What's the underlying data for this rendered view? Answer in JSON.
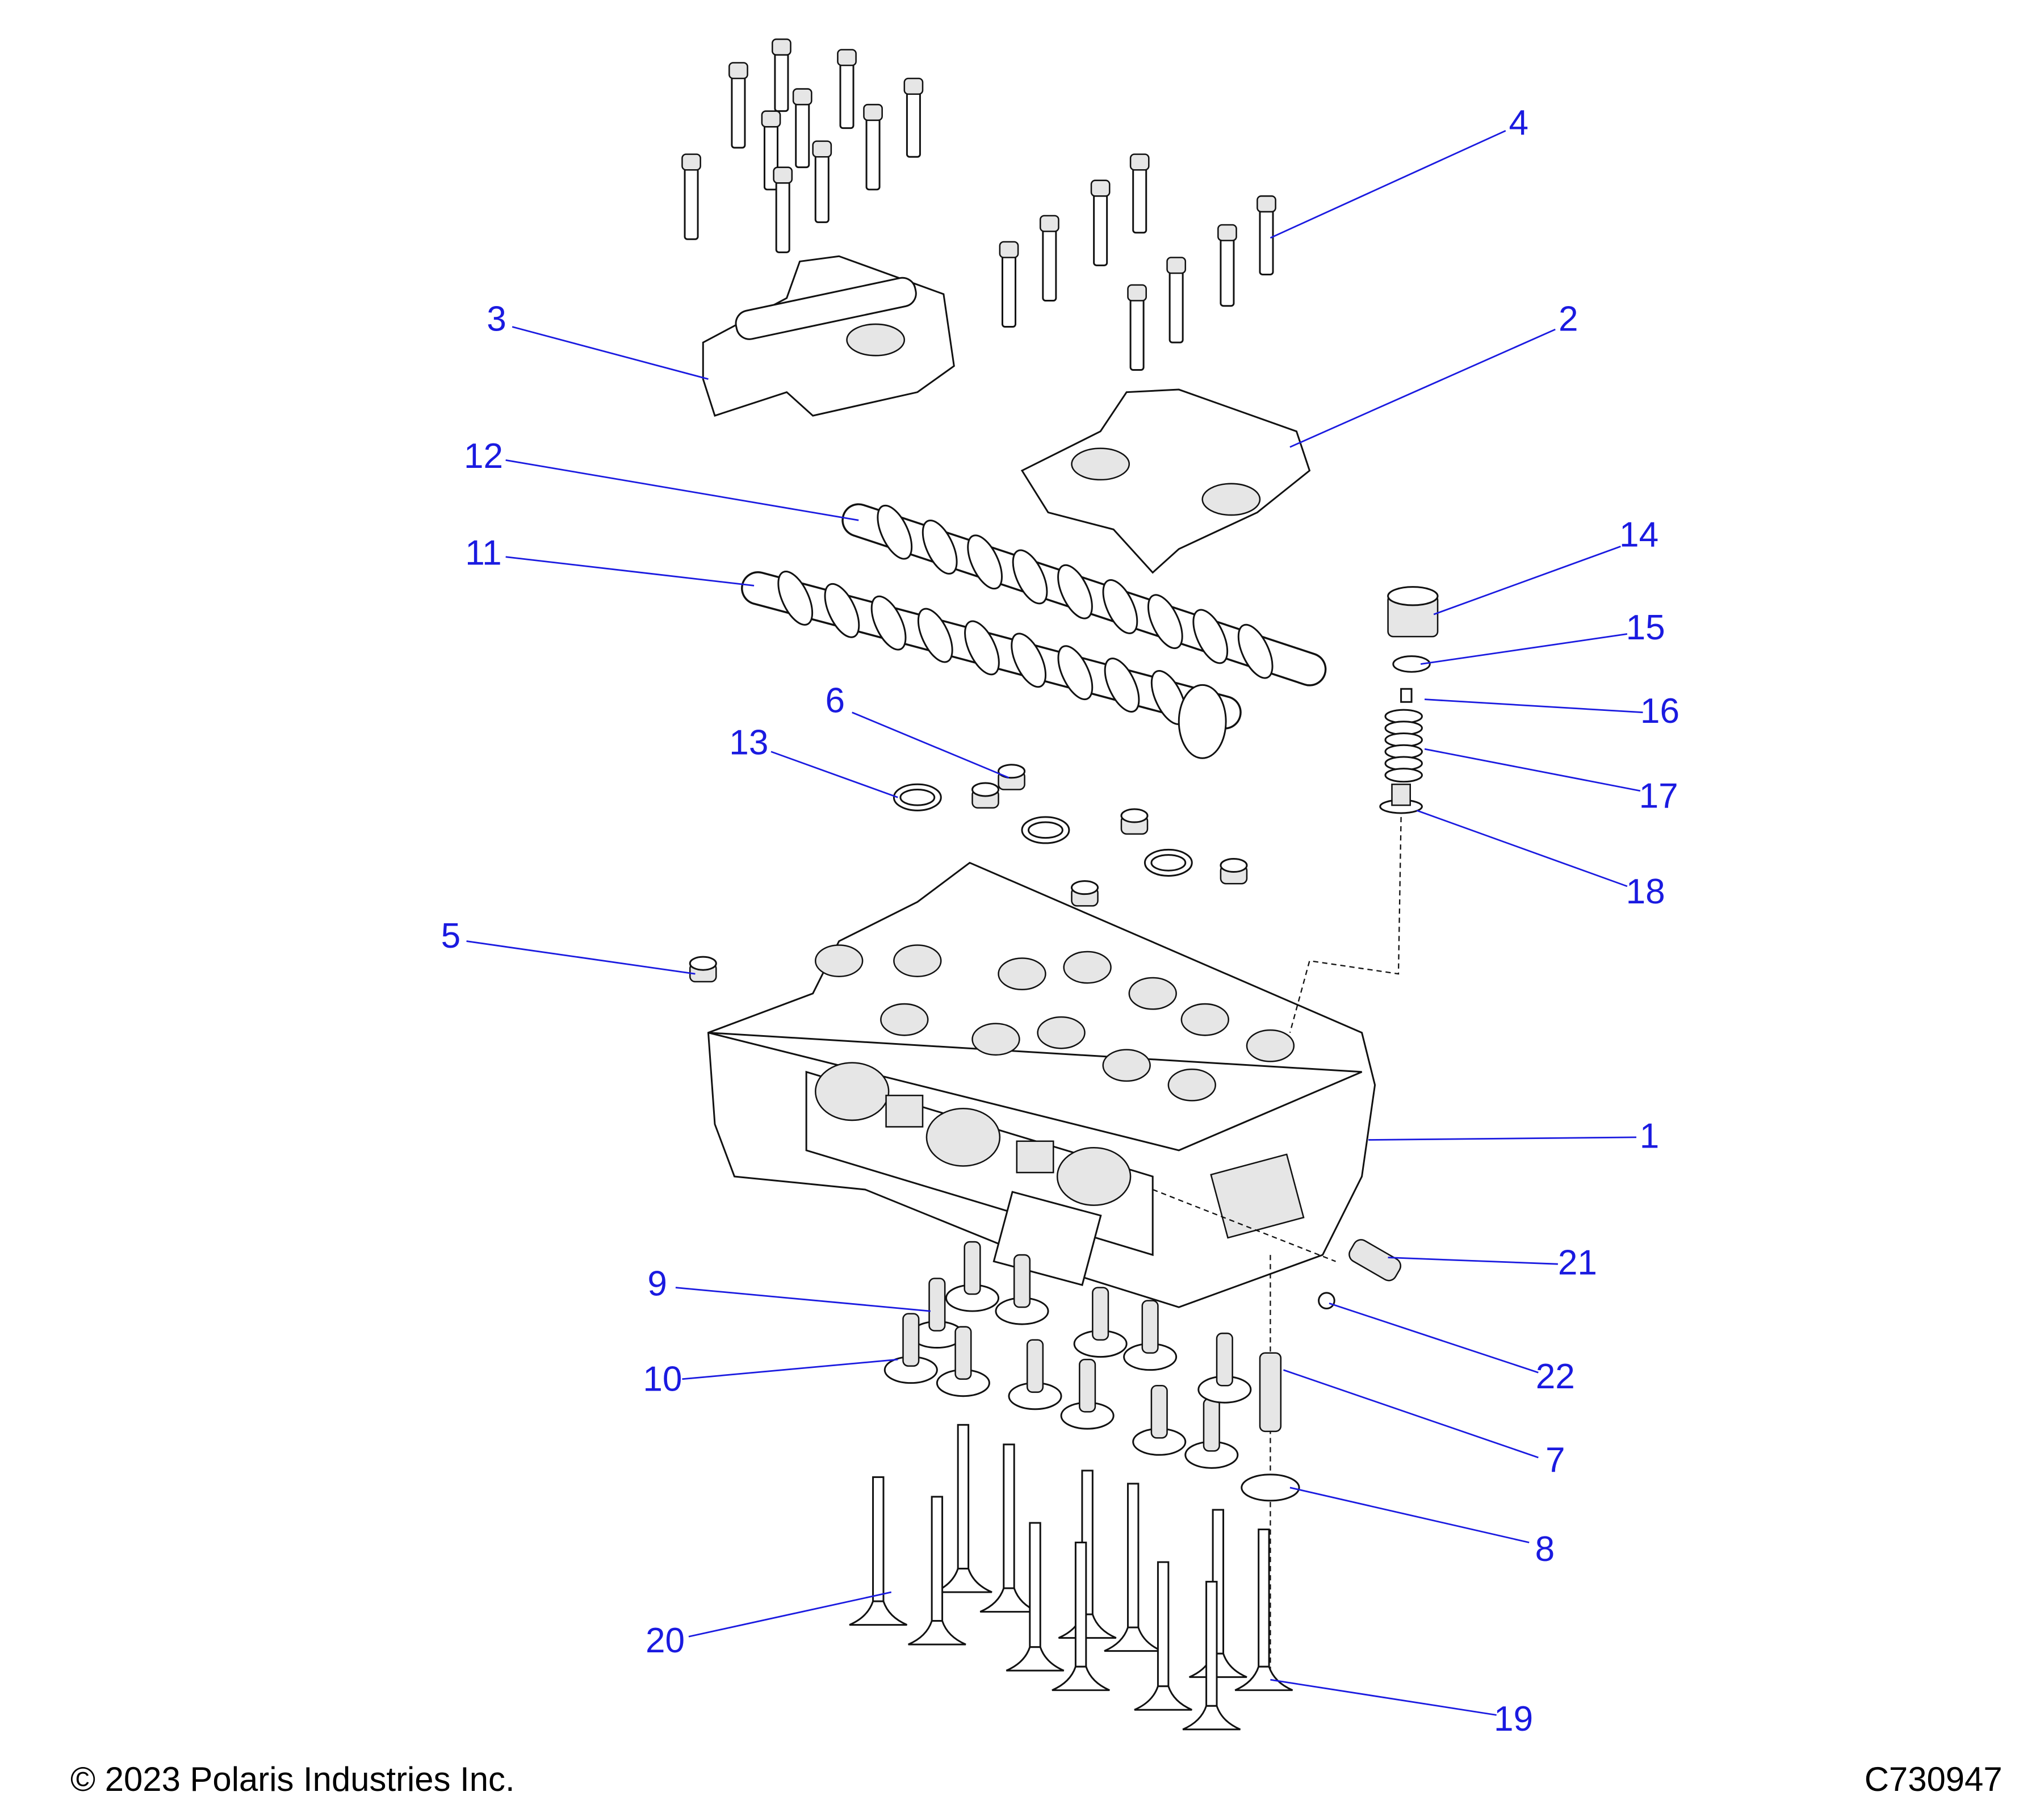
{
  "diagram": {
    "title": "Cylinder Head Exploded View",
    "callouts": [
      "1",
      "2",
      "3",
      "4",
      "5",
      "6",
      "7",
      "8",
      "9",
      "10",
      "11",
      "12",
      "13",
      "14",
      "15",
      "16",
      "17",
      "18",
      "19",
      "20",
      "21",
      "22"
    ]
  },
  "footer": {
    "copyright": "© 2023 Polaris Industries Inc.",
    "figure_id": "C730947"
  }
}
